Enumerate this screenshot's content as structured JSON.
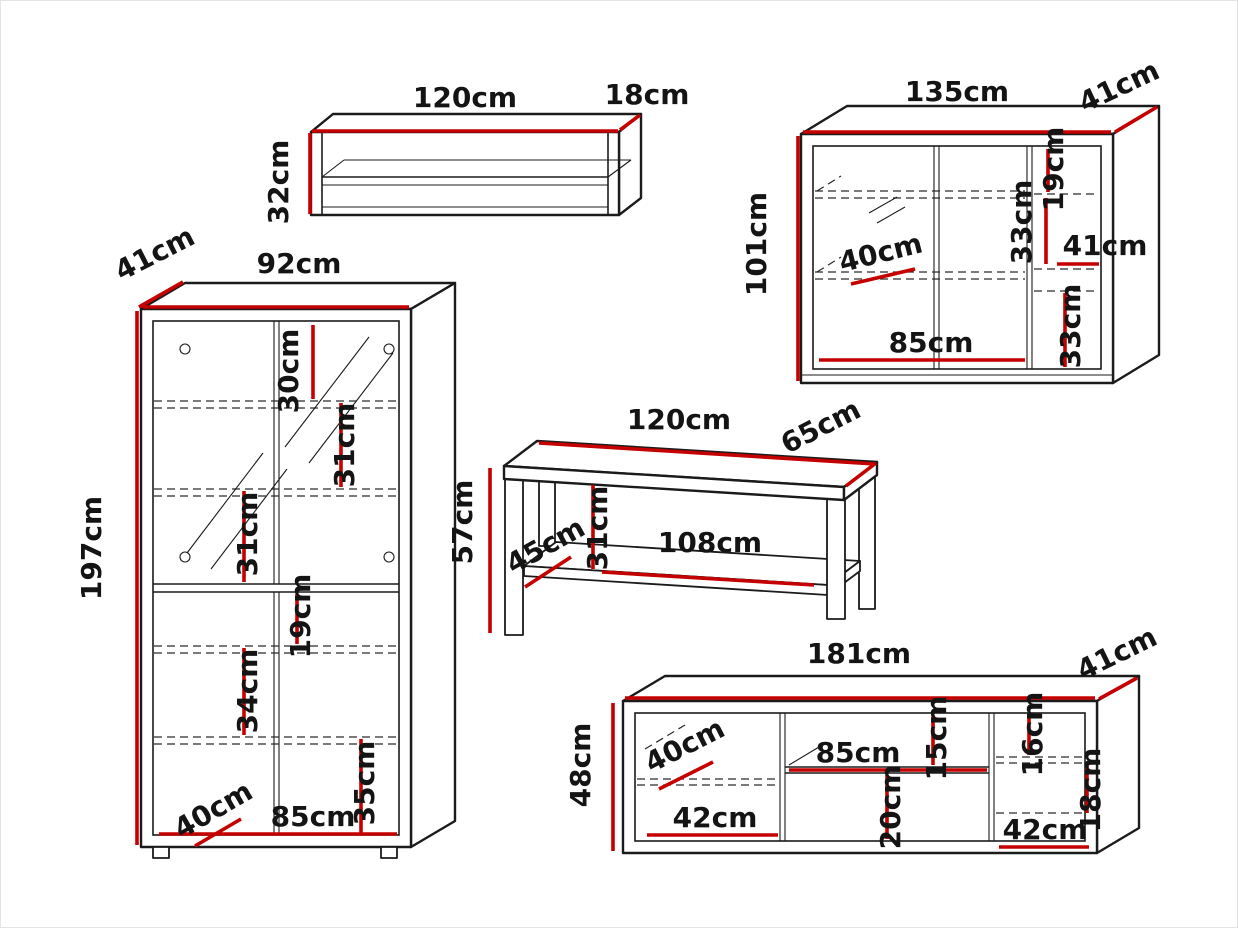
{
  "diagram": {
    "units": "cm",
    "accent_color": "#c40000",
    "line_color": "#1b1b1b",
    "wall_shelf": {
      "width": "120cm",
      "depth": "18cm",
      "height": "32cm"
    },
    "sideboard": {
      "width": "135cm",
      "depth": "41cm",
      "height": "101cm",
      "right_top_gap": "19cm",
      "right_upper_gap": "33cm",
      "inner_depth": "40cm",
      "right_inner_width": "41cm",
      "right_lower_gap": "33cm",
      "left_inner_width": "85cm"
    },
    "tall_cabinet": {
      "depth": "41cm",
      "width": "92cm",
      "height": "197cm",
      "glass_gap_1": "30cm",
      "glass_gap_2": "31cm",
      "glass_gap_3": "31cm",
      "lower_gap_1": "19cm",
      "lower_gap_2": "34cm",
      "lower_gap_3": "35cm",
      "inner_depth": "40cm",
      "inner_width": "85cm"
    },
    "coffee_table": {
      "width": "120cm",
      "depth": "65cm",
      "height": "57cm",
      "top_to_shelf": "31cm",
      "shelf_depth": "45cm",
      "shelf_width": "108cm"
    },
    "tv_stand": {
      "width": "181cm",
      "depth": "41cm",
      "height": "48cm",
      "left_inner_depth": "40cm",
      "shelf_width": "85cm",
      "middle_top_gap": "15cm",
      "right_top_gap": "16cm",
      "right_shelf_gap": "18cm",
      "middle_bottom_gap": "20cm",
      "left_inner_width": "42cm",
      "right_inner_width": "42cm"
    }
  }
}
